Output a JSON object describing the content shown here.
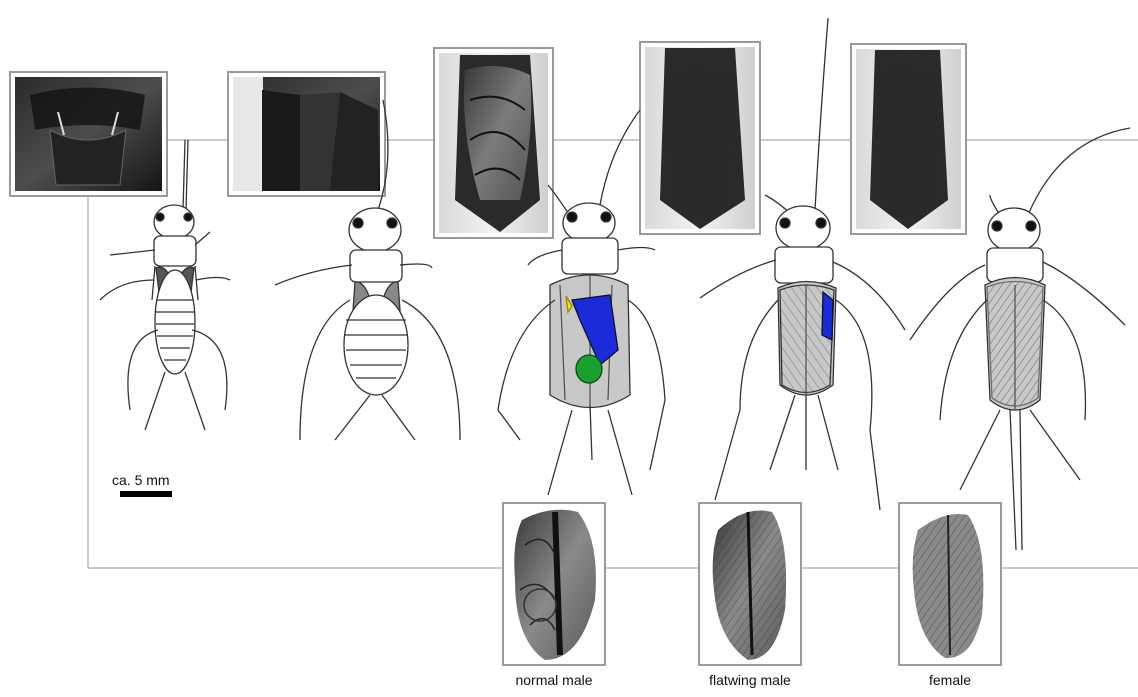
{
  "scale_bar": {
    "label": "ca. 5 mm"
  },
  "wing_captions": [
    {
      "id": "normal",
      "label": "normal male"
    },
    {
      "id": "flatwing",
      "label": "flatwing male"
    },
    {
      "id": "female",
      "label": "female"
    }
  ],
  "colors": {
    "line": "#333333",
    "wing_fill": "#c8c8c8",
    "harp_region": "#1a2bd9",
    "mirror_region": "#18a12e",
    "file_marker": "#f2e600",
    "photo_frame": "#9a9a9a"
  }
}
